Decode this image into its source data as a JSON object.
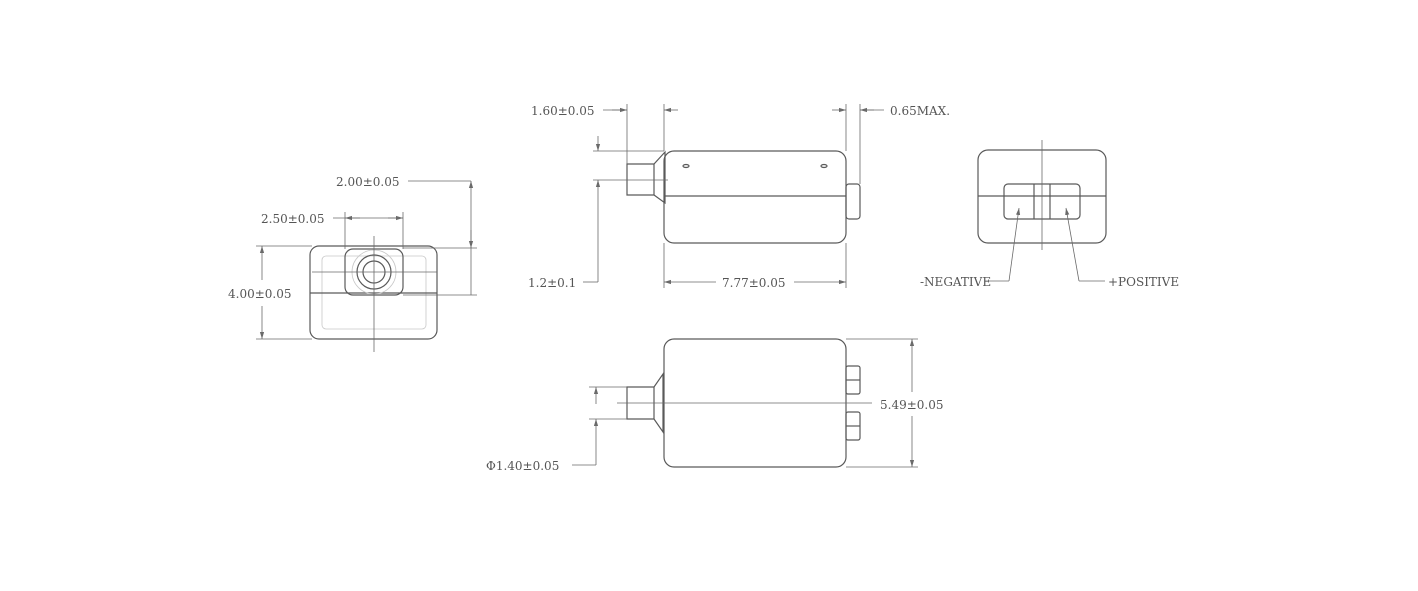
{
  "labels": {
    "front_width": "2.00±0.05",
    "front_shaft_dia": "2.50±0.05",
    "front_height": "4.00±0.05",
    "side_shaft_length": "1.60±0.05",
    "side_terminal": "0.65MAX.",
    "side_shaft_step": "1.2±0.1",
    "side_body_length": "7.77±0.05",
    "negative": "-NEGATIVE",
    "positive": "+POSITIVE",
    "top_body_width": "5.49±0.05",
    "top_shaft_dia": "Φ1.40±0.05"
  },
  "colors": {
    "line": "#5a5a5a",
    "text": "#555555"
  }
}
